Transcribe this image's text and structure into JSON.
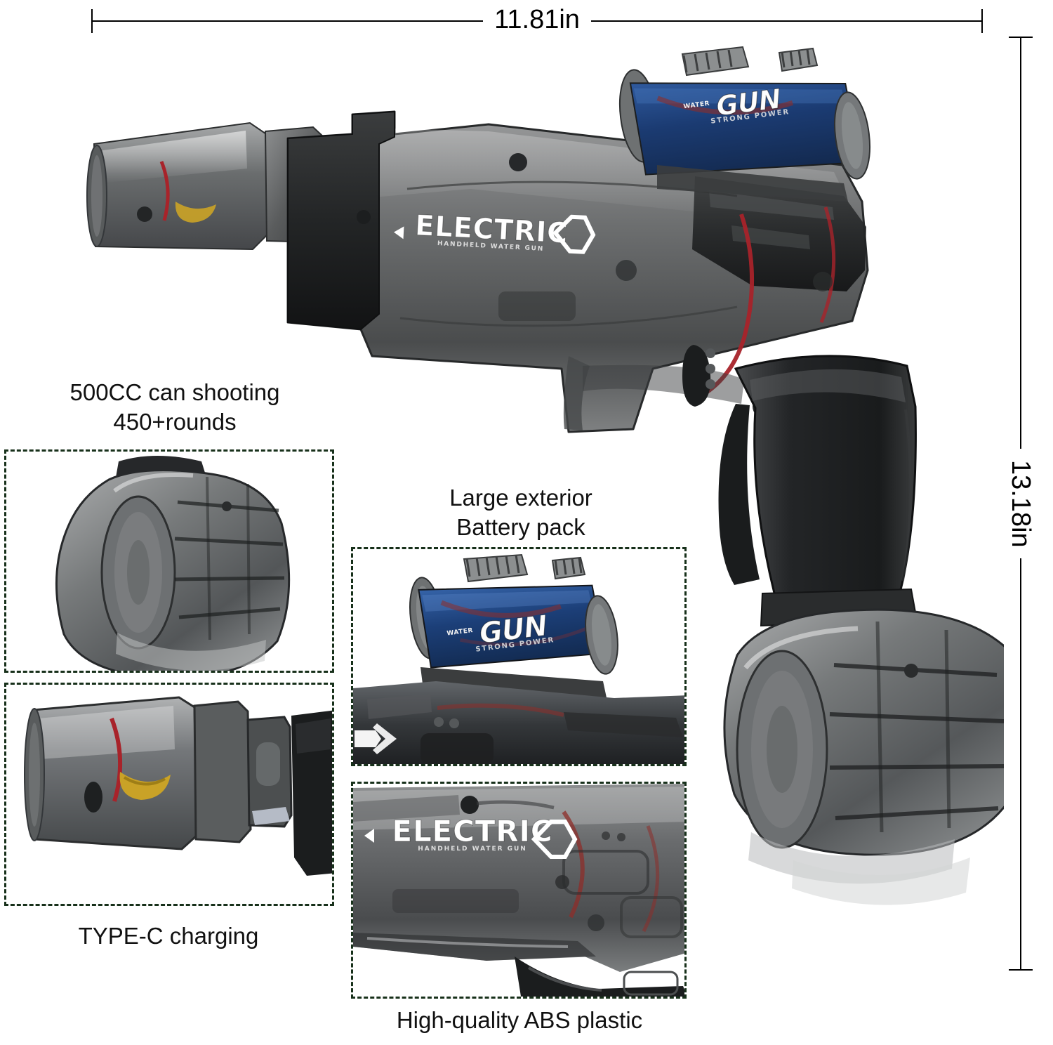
{
  "dimensions": {
    "width_label": "11.81in",
    "height_label": "13.18in"
  },
  "captions": {
    "capacity": "500CC can shooting\n450+rounds",
    "battery": "Large exterior\nBattery pack",
    "charging": "TYPE-C charging",
    "material": "High-quality ABS plastic"
  },
  "product": {
    "body_logo": {
      "main": "ELECTRIC",
      "sub": "HANDHELD   WATER   GUN"
    },
    "battery_logo": {
      "prefix": "WATER",
      "main": "GUN",
      "sub": "STRONG POWER"
    }
  },
  "colors": {
    "dashed_border": "#17301a",
    "text": "#111111",
    "battery_blue": "#1c3f78",
    "shell_smoke": "#6d6f70",
    "shell_dark": "#2a2c2d",
    "wire_red": "#a8232a",
    "wire_yellow": "#c9a227",
    "background": "#ffffff"
  },
  "detail_boxes": [
    {
      "name": "drum-magazine",
      "caption_key": "capacity"
    },
    {
      "name": "charging-port",
      "caption_key": "charging"
    },
    {
      "name": "battery-pack",
      "caption_key": "battery"
    },
    {
      "name": "abs-shell",
      "caption_key": "material"
    }
  ]
}
